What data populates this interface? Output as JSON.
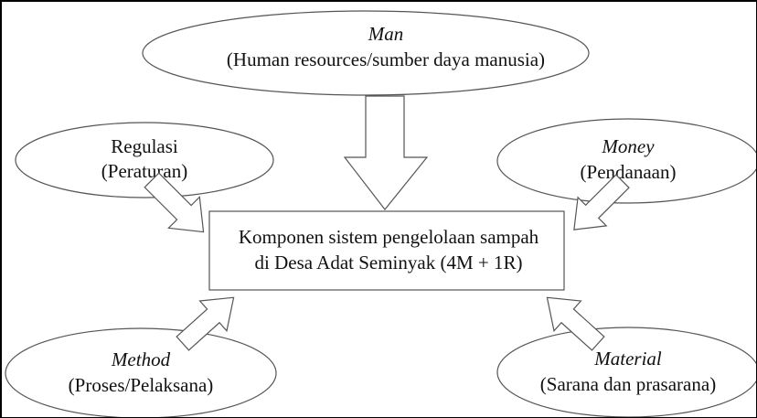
{
  "center": {
    "line1": "Komponen sistem pengelolaan sampah",
    "line2": "di Desa Adat Seminyak (4M + 1R)"
  },
  "nodes": {
    "man": {
      "title": "Man",
      "subtitle": "(Human resources/sumber daya manusia)"
    },
    "regulasi": {
      "title": "Regulasi",
      "subtitle": "(Peraturan)"
    },
    "money": {
      "title": "Money",
      "subtitle": "(Pendanaan)"
    },
    "method": {
      "title": "Method",
      "subtitle": "(Proses/Pelaksana)"
    },
    "material": {
      "title": "Material",
      "subtitle": "(Sarana dan prasarana)"
    }
  }
}
